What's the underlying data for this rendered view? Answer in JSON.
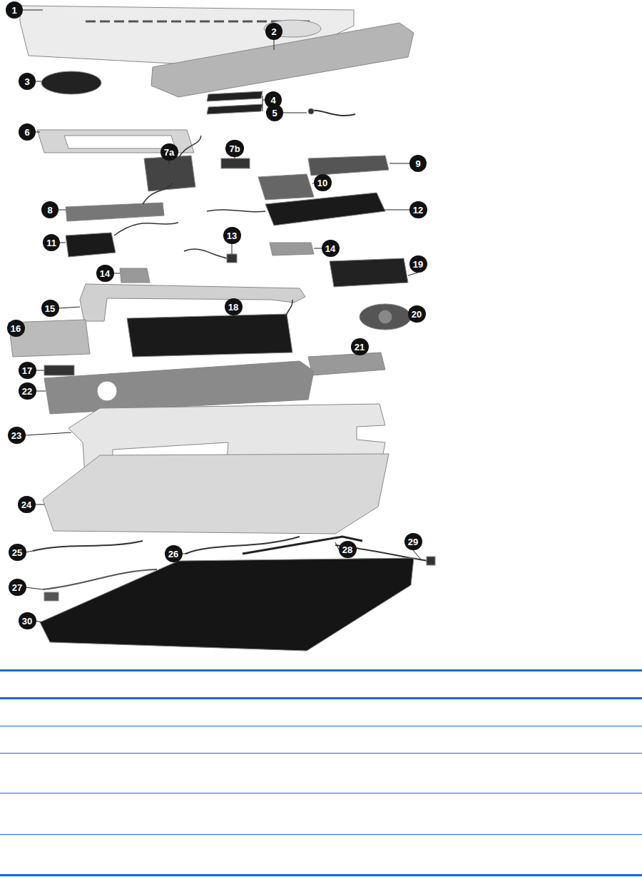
{
  "diagram": {
    "nodes": [
      {
        "text": [
          "1"
        ]
      },
      {
        "text": [
          "2"
        ]
      },
      {
        "text": [
          "3"
        ]
      },
      {
        "text": [
          "4"
        ]
      },
      {
        "text": [
          "5"
        ]
      },
      {
        "text": [
          "6"
        ]
      },
      {
        "text": [
          "7a"
        ]
      },
      {
        "text": [
          "7b"
        ]
      },
      {
        "text": [
          "9"
        ]
      },
      {
        "text": [
          "10"
        ]
      },
      {
        "text": [
          "8"
        ]
      },
      {
        "text": [
          "12"
        ]
      },
      {
        "text": [
          "11"
        ]
      },
      {
        "text": [
          "13"
        ]
      },
      {
        "text": [
          "14"
        ]
      },
      {
        "text": [
          "14"
        ]
      },
      {
        "text": [
          "19"
        ]
      },
      {
        "text": [
          "15"
        ]
      },
      {
        "text": [
          "18"
        ]
      },
      {
        "text": [
          "20"
        ]
      },
      {
        "text": [
          "16"
        ]
      },
      {
        "text": [
          "21"
        ]
      },
      {
        "text": [
          "17"
        ]
      },
      {
        "text": [
          "22"
        ]
      },
      {
        "text": [
          "23"
        ]
      },
      {
        "text": [
          "24"
        ]
      },
      {
        "text": [
          "25"
        ]
      },
      {
        "text": [
          "26"
        ]
      },
      {
        "text": [
          "28"
        ]
      },
      {
        "text": [
          "29"
        ]
      },
      {
        "text": [
          "27"
        ]
      },
      {
        "text": [
          "30"
        ]
      }
    ]
  }
}
